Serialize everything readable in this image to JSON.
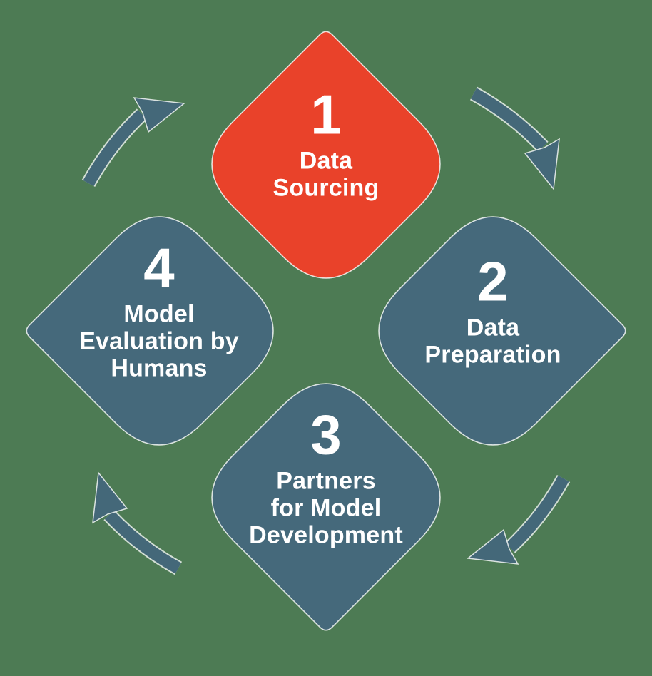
{
  "diagram": {
    "type": "cycle",
    "flow_direction": "clockwise",
    "colors": {
      "background": "#4D7B54",
      "node_default": "#45697B",
      "node_highlight": "#E9422A",
      "arrow": "#446879",
      "text": "#FFFFFF"
    },
    "nodes": [
      {
        "number": "1",
        "lines": [
          "Data",
          "Sourcing"
        ],
        "highlighted": true,
        "position": "top"
      },
      {
        "number": "2",
        "lines": [
          "Data",
          "Preparation"
        ],
        "highlighted": false,
        "position": "right"
      },
      {
        "number": "3",
        "lines": [
          "Partners",
          "for Model",
          "Development"
        ],
        "highlighted": false,
        "position": "bottom"
      },
      {
        "number": "4",
        "lines": [
          "Model",
          "Evaluation by",
          "Humans"
        ],
        "highlighted": false,
        "position": "left"
      }
    ],
    "arrows": [
      {
        "quadrant": "top-left",
        "from": "4",
        "to": "1",
        "direction": "up-right"
      },
      {
        "quadrant": "top-right",
        "from": "1",
        "to": "2",
        "direction": "down-right"
      },
      {
        "quadrant": "bottom-right",
        "from": "2",
        "to": "3",
        "direction": "down-left"
      },
      {
        "quadrant": "bottom-left",
        "from": "3",
        "to": "4",
        "direction": "up-left"
      }
    ]
  }
}
